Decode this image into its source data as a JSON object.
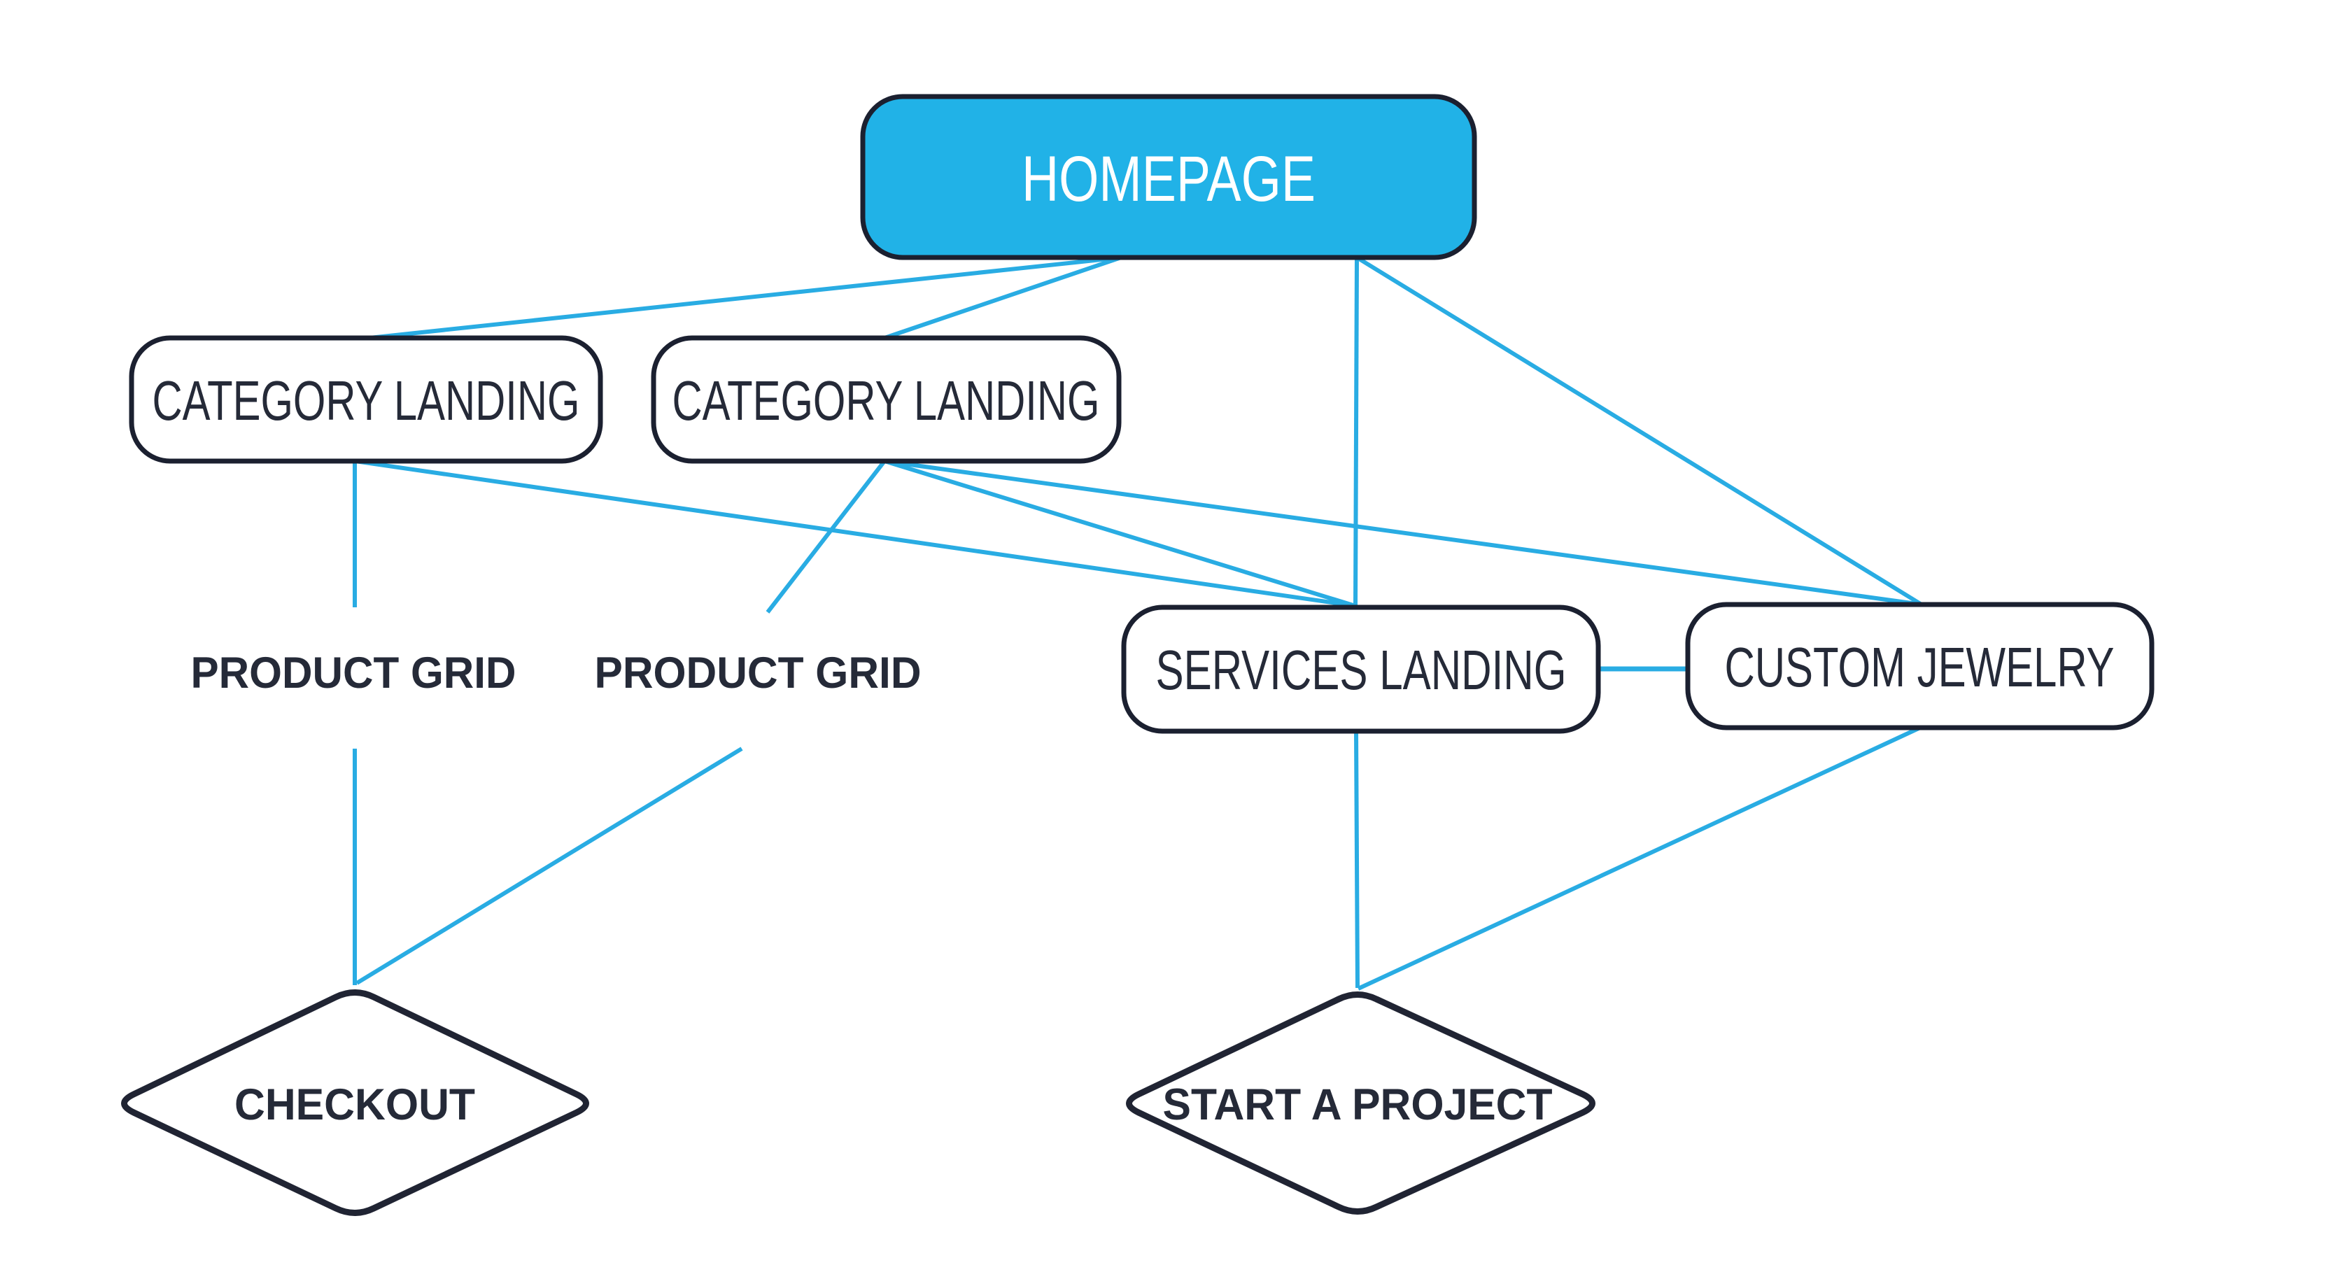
{
  "diagram": {
    "type": "sitemap-flowchart",
    "nodes": {
      "homepage": {
        "label": "HOMEPAGE",
        "shape": "rounded-rect",
        "accent": true
      },
      "category_landing_1": {
        "label": "CATEGORY LANDING",
        "shape": "rounded-rect",
        "accent": false
      },
      "category_landing_2": {
        "label": "CATEGORY LANDING",
        "shape": "rounded-rect",
        "accent": false
      },
      "product_grid_1": {
        "label": "PRODUCT GRID",
        "shape": "text-label",
        "accent": false
      },
      "product_grid_2": {
        "label": "PRODUCT GRID",
        "shape": "text-label",
        "accent": false
      },
      "services_landing": {
        "label": "SERVICES LANDING",
        "shape": "rounded-rect",
        "accent": false
      },
      "custom_jewelry": {
        "label": "CUSTOM JEWELRY",
        "shape": "rounded-rect",
        "accent": false
      },
      "checkout": {
        "label": "CHECKOUT",
        "shape": "diamond",
        "accent": false
      },
      "start_a_project": {
        "label": "START A PROJECT",
        "shape": "diamond",
        "accent": false
      }
    },
    "edges": [
      {
        "from": "homepage",
        "to": "category_landing_1"
      },
      {
        "from": "homepage",
        "to": "category_landing_2"
      },
      {
        "from": "homepage",
        "to": "services_landing"
      },
      {
        "from": "homepage",
        "to": "custom_jewelry"
      },
      {
        "from": "category_landing_1",
        "to": "product_grid_1"
      },
      {
        "from": "category_landing_1",
        "to": "services_landing"
      },
      {
        "from": "category_landing_2",
        "to": "product_grid_2"
      },
      {
        "from": "category_landing_2",
        "to": "services_landing"
      },
      {
        "from": "category_landing_2",
        "to": "custom_jewelry"
      },
      {
        "from": "product_grid_1",
        "to": "checkout"
      },
      {
        "from": "product_grid_2",
        "to": "checkout"
      },
      {
        "from": "services_landing",
        "to": "start_a_project"
      },
      {
        "from": "custom_jewelry",
        "to": "start_a_project"
      },
      {
        "from": "services_landing",
        "to": "custom_jewelry"
      }
    ]
  },
  "colors": {
    "background": "#ffffff",
    "accent_node_fill": "#21B2E7",
    "edge_blue": "#29ACE3",
    "outline_dark": "#1B2030",
    "text_dark": "#252A38",
    "text_on_accent": "#ffffff"
  }
}
